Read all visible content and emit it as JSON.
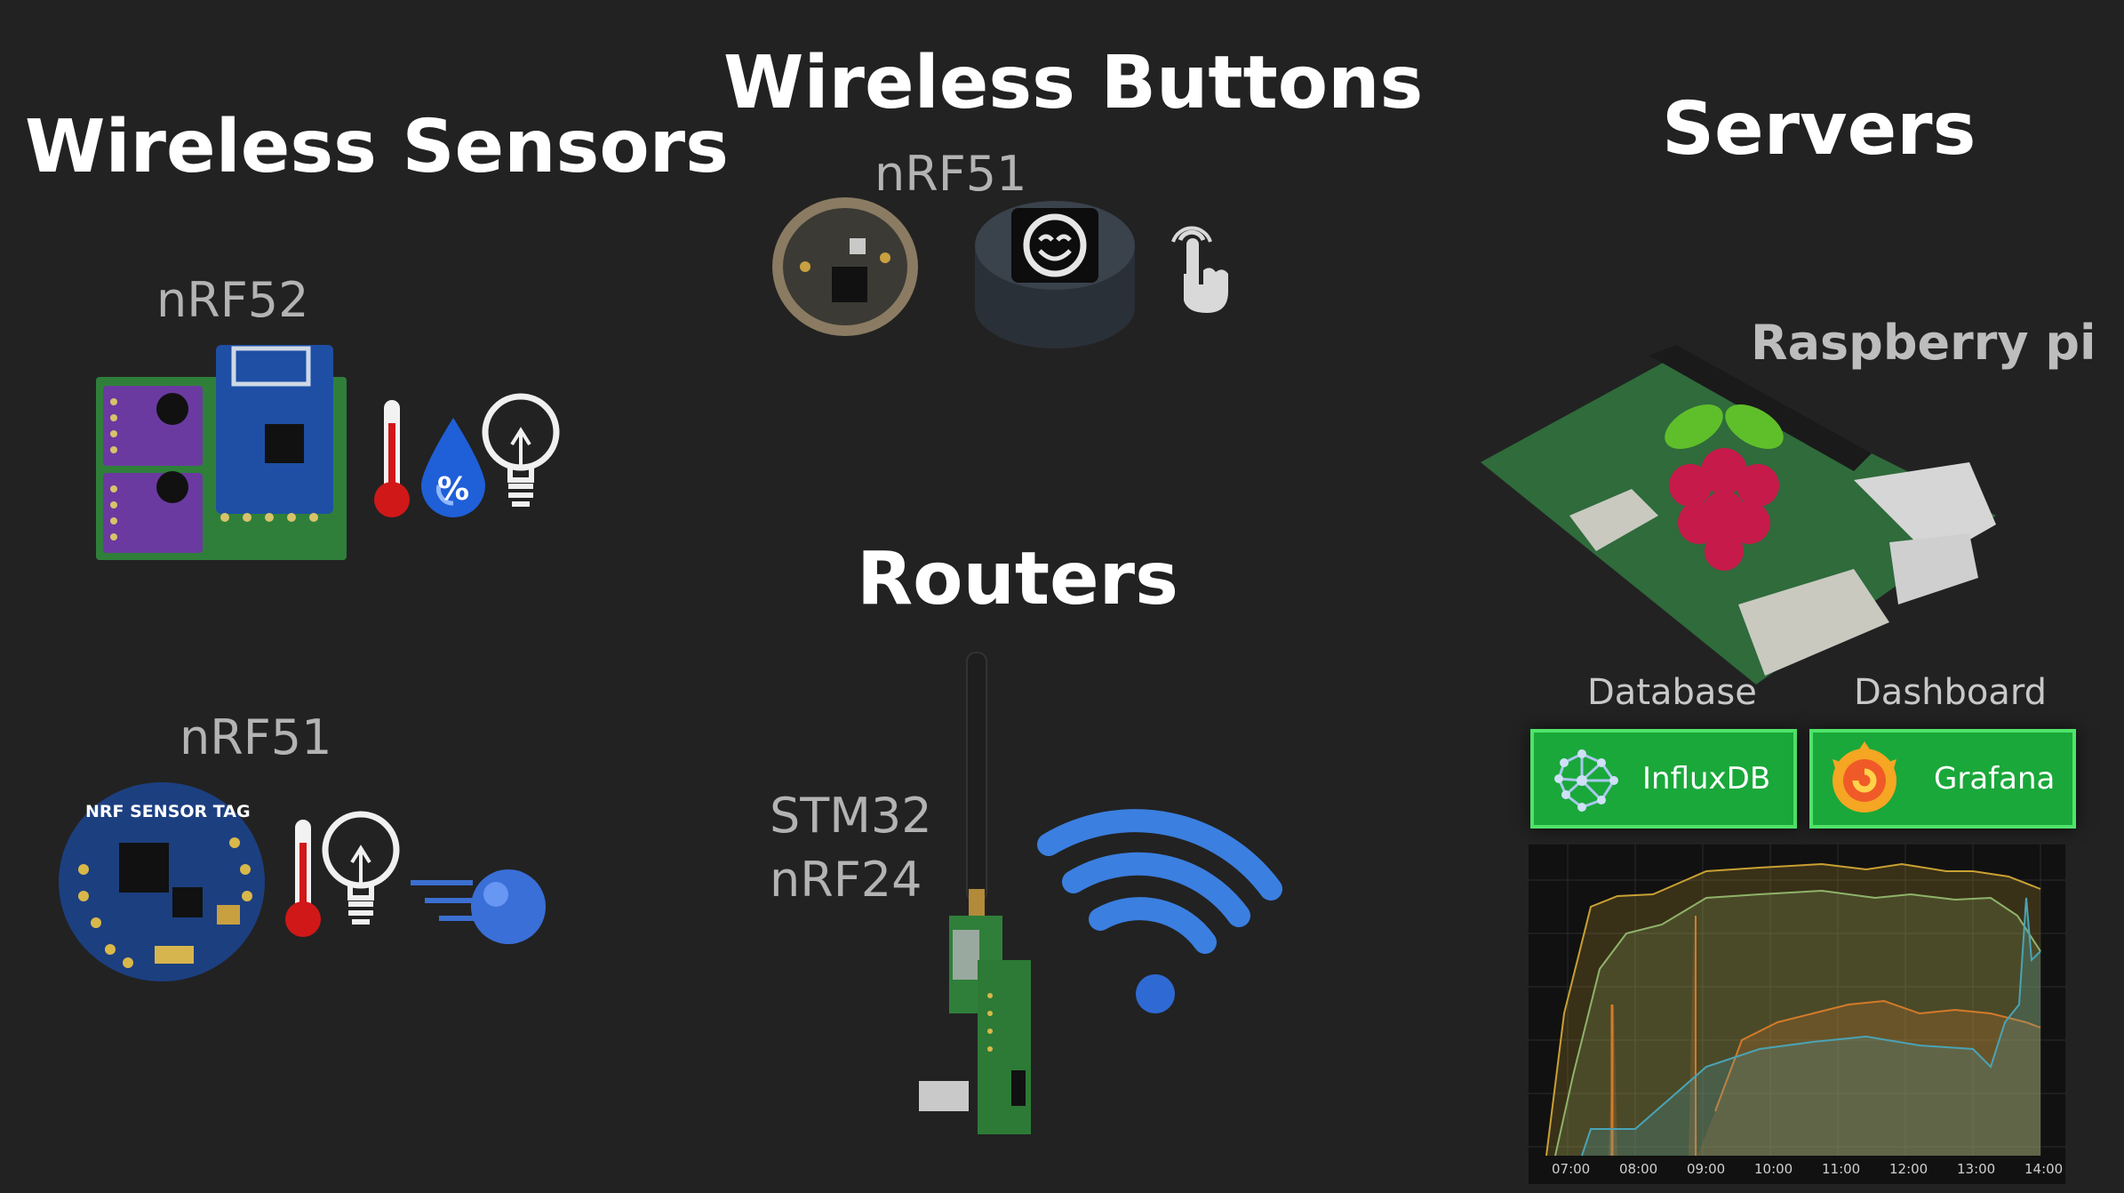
{
  "sections": {
    "sensors": {
      "title": "Wireless Sensors",
      "chip_top": "nRF52",
      "chip_bottom": "nRF51",
      "tag_text": "NRF SENSOR TAG",
      "humidity_symbol": "%"
    },
    "buttons": {
      "title": "Wireless Buttons",
      "chip": "nRF51"
    },
    "routers": {
      "title": "Routers",
      "chip_line1": "STM32",
      "chip_line2": "nRF24"
    },
    "servers": {
      "title": "Servers",
      "board": "Raspberry pi",
      "database_label": "Database",
      "dashboard_label": "Dashboard",
      "influx_button": "InfluxDB",
      "grafana_button": "Grafana"
    }
  },
  "graph": {
    "x_ticks": [
      "07:00",
      "08:00",
      "09:00",
      "10:00",
      "11:00",
      "12:00",
      "13:00",
      "14:00"
    ],
    "series_colors": [
      "#c9a032",
      "#8fb36a",
      "#d47a2a",
      "#4aa3b5"
    ]
  },
  "colors": {
    "background": "#222222",
    "heading": "#ffffff",
    "label": "#b3b3b3",
    "button_green": "#1aa83a",
    "wifi_blue": "#3b7fe0"
  }
}
